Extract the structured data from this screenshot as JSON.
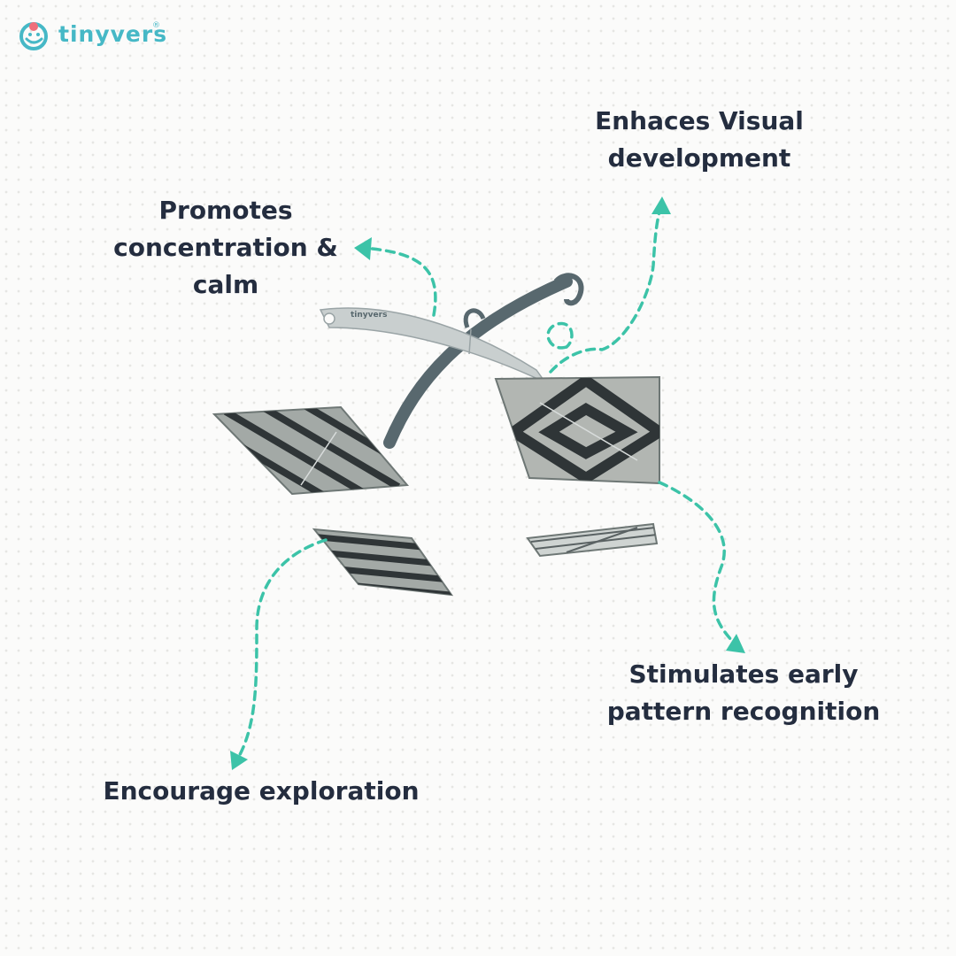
{
  "brand": {
    "name": "tinyvers",
    "registered": "®",
    "logo_icon": "baby-face-icon",
    "mobile_print": "tinyvers"
  },
  "colors": {
    "accent": "#3cc3a8",
    "text": "#242d3f",
    "brand": "#46b8c6",
    "mobile_arm": "#58686e",
    "mobile_bar": "#c9cfcf"
  },
  "callouts": {
    "concentration": {
      "line1": "Promotes",
      "line2": "concentration &",
      "line3": "calm"
    },
    "visual": {
      "line1": "Enhaces Visual",
      "line2": "development"
    },
    "pattern": {
      "line1": "Stimulates early",
      "line2": "pattern recognition"
    },
    "exploration": {
      "line1": "Encourage exploration"
    }
  }
}
